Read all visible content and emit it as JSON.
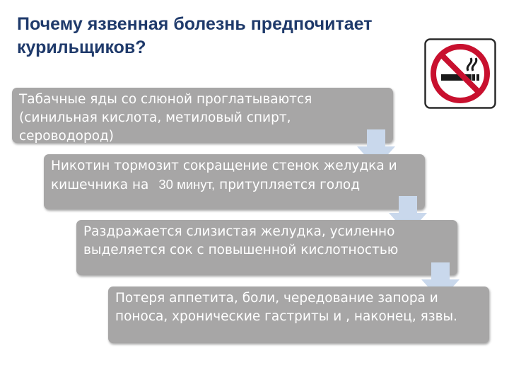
{
  "title": "Почему язвенная болезнь предпочитает курильщиков?",
  "icon": "no-smoking-icon",
  "colors": {
    "title": "#1f3a6b",
    "box": "#a7a6a6",
    "arrow": "#c9d8ec",
    "sign_red": "#c8102e"
  },
  "steps": [
    {
      "text": "Табачные яды со слюной проглатываются (синильная кислота, метиловый спирт, сероводород)"
    },
    {
      "text_before": "Никотин тормозит сокращение стенок желудка и кишечника на",
      "number": "30 минут,",
      "text_after": "притупляется голод"
    },
    {
      "text": "Раздражается слизистая желудка, усиленно выделяется сок с повышенной кислотностью"
    },
    {
      "text": "Потеря аппетита, боли, чередование запора и поноса, хронические гастриты и , наконец, язвы."
    }
  ]
}
